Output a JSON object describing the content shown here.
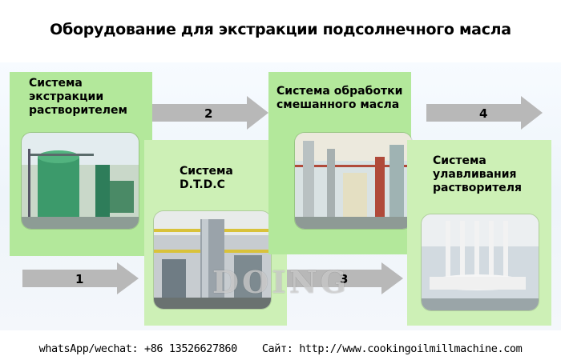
{
  "title": "Оборудование для экстракции подсолнечного масла",
  "stages": [
    {
      "label": "Система экстракции растворителем",
      "lines": [
        "Система",
        "экстракции",
        "растворителем"
      ]
    },
    {
      "label": "Система D.T.D.C",
      "lines": [
        "Система",
        "D.T.D.C"
      ]
    },
    {
      "label": "Система обработки смешанного масла",
      "lines": [
        "Система обработки",
        "смешанного масла"
      ]
    },
    {
      "label": "Система улавливания растворителя",
      "lines": [
        "Система",
        "улавливания",
        "растворителя"
      ]
    }
  ],
  "arrows": [
    "1",
    "2",
    "3",
    "4"
  ],
  "watermark": "DOING",
  "footer": {
    "contact": "whatsApp/wechat: +86 13526627860",
    "site": "Сайт: http://www.cookingoilmillmachine.com"
  },
  "colors": {
    "box_green": "#b3e89b",
    "box_light": "#cdf0b6",
    "arrow_gray": "#b8b8b8"
  }
}
